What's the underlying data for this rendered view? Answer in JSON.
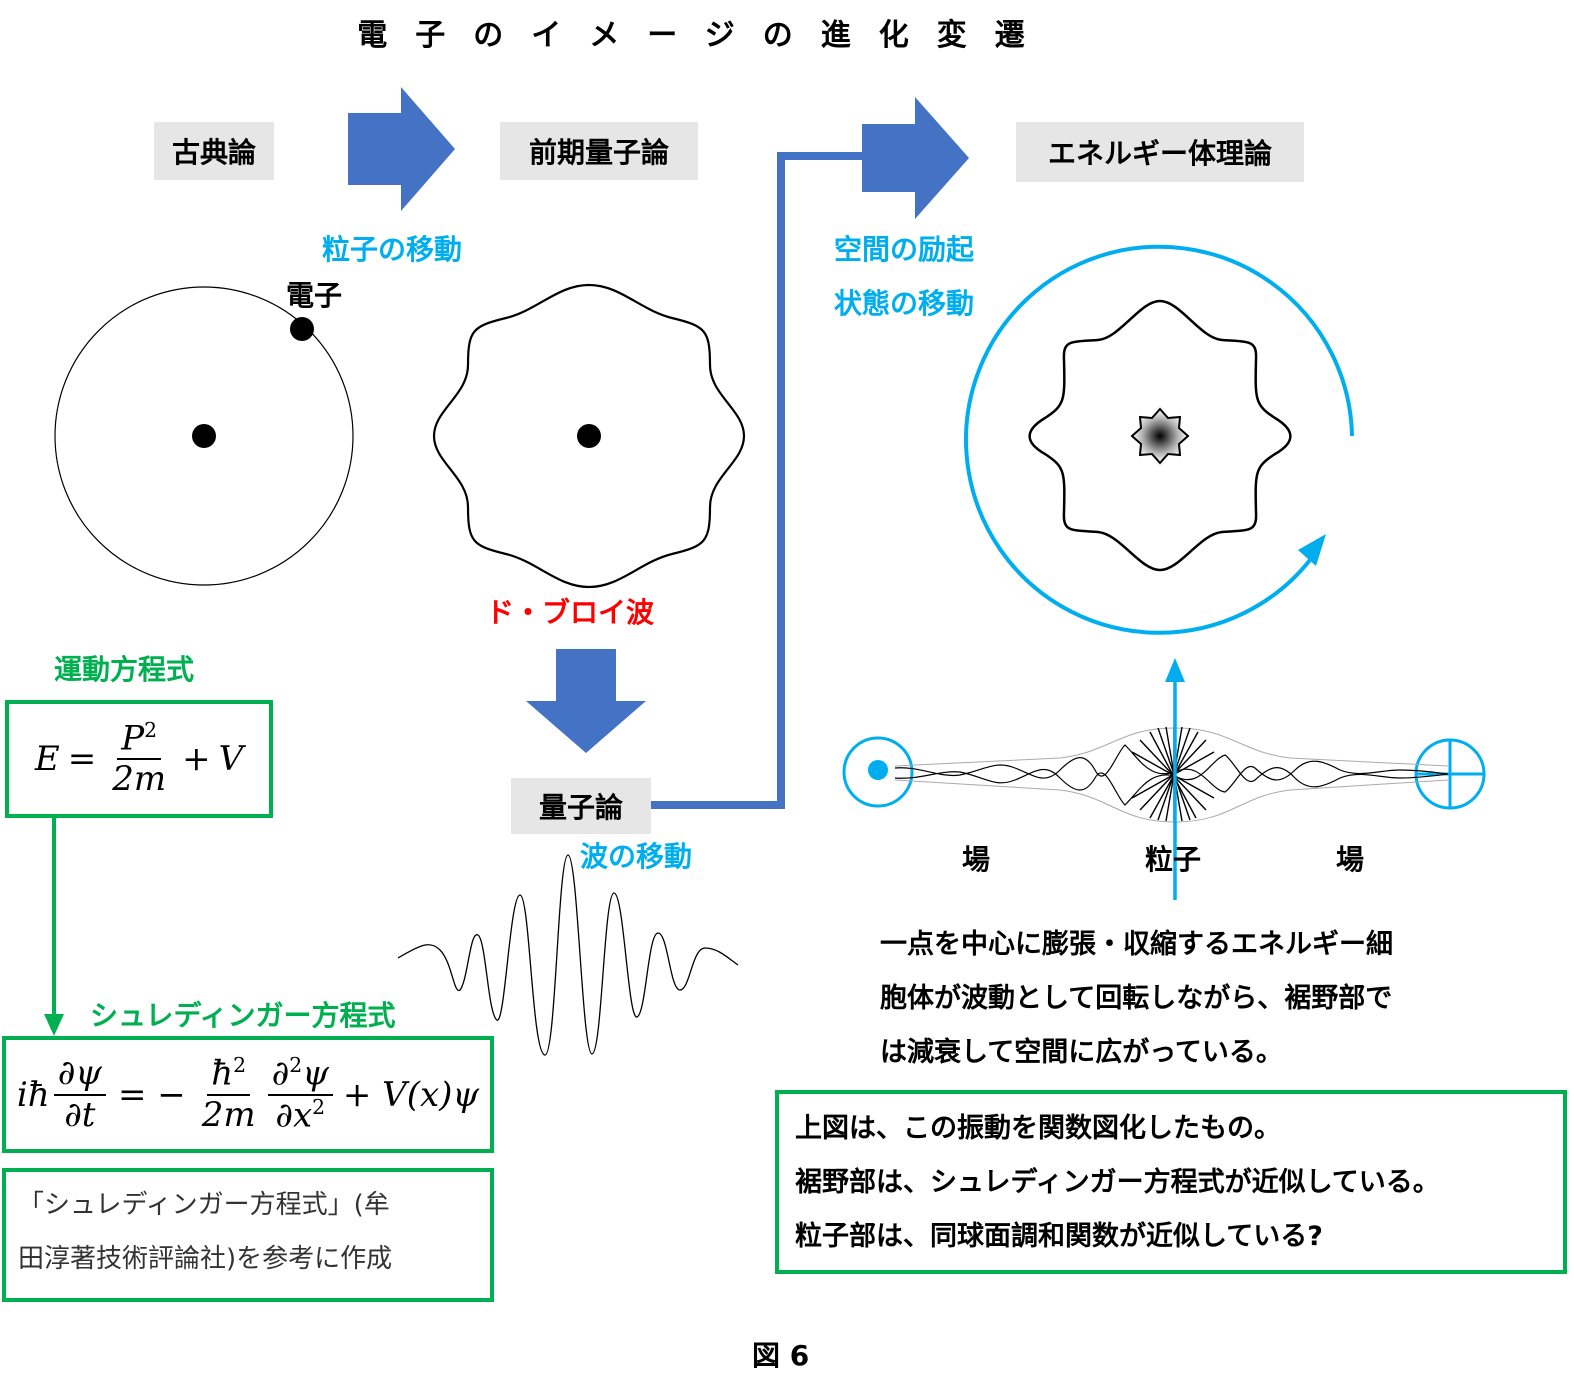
{
  "title": "電子のイメージの進化変遷",
  "stages": {
    "classical": "古典論",
    "early_quantum": "前期量子論",
    "quantum": "量子論",
    "energy_body": "エネルギー体理論"
  },
  "labels": {
    "particle_motion": "粒子の移動",
    "electron": "電子",
    "de_broglie": "ド・ブロイ波",
    "wave_motion": "波の移動",
    "space_excitation": "空間の励起",
    "state_motion": "状態の移動",
    "field_left": "場",
    "particle": "粒子",
    "field_right": "場"
  },
  "equations": {
    "motion_title": "運動方程式",
    "motion": {
      "lhs": "E",
      "eq": "=",
      "num": "P",
      "num_sup": "2",
      "den": "2m",
      "plus": "+",
      "rhs": "V"
    },
    "schrodinger_title": "シュレディンガー方程式",
    "schrodinger": {
      "prefix": "iħ",
      "frac1_num": "∂ψ",
      "frac1_den": "∂t",
      "eq": "= −",
      "frac2_num": "ħ",
      "frac2_num_sup": "2",
      "frac2_den": "2m",
      "frac3_num": "∂",
      "frac3_num_sup": "2",
      "frac3_num_tail": "ψ",
      "frac3_den": "∂x",
      "frac3_den_sup": "2",
      "tail": "+ V(x)ψ"
    }
  },
  "reference_note": {
    "line1": "「シュレディンガー方程式」(牟",
    "line2": "田淳著技術評論社)を参考に作成"
  },
  "description": {
    "line1": "一点を中心に膨張・収縮するエネルギー細",
    "line2": "胞体が波動として回転しながら、裾野部で",
    "line3": "は減衰して空間に広がっている。"
  },
  "summary_box": {
    "line1": "上図は、この振動を関数図化したもの。",
    "line2": "裾野部は、シュレディンガー方程式が近似している。",
    "line3": "粒子部は、同球面調和関数が近似している?"
  },
  "figure_caption": "図 6",
  "colors": {
    "arrow_blue": "#4472c4",
    "cyan": "#00aeef",
    "green": "#00b050",
    "red": "#ff0000",
    "stage_bg": "#e6e6e6"
  }
}
